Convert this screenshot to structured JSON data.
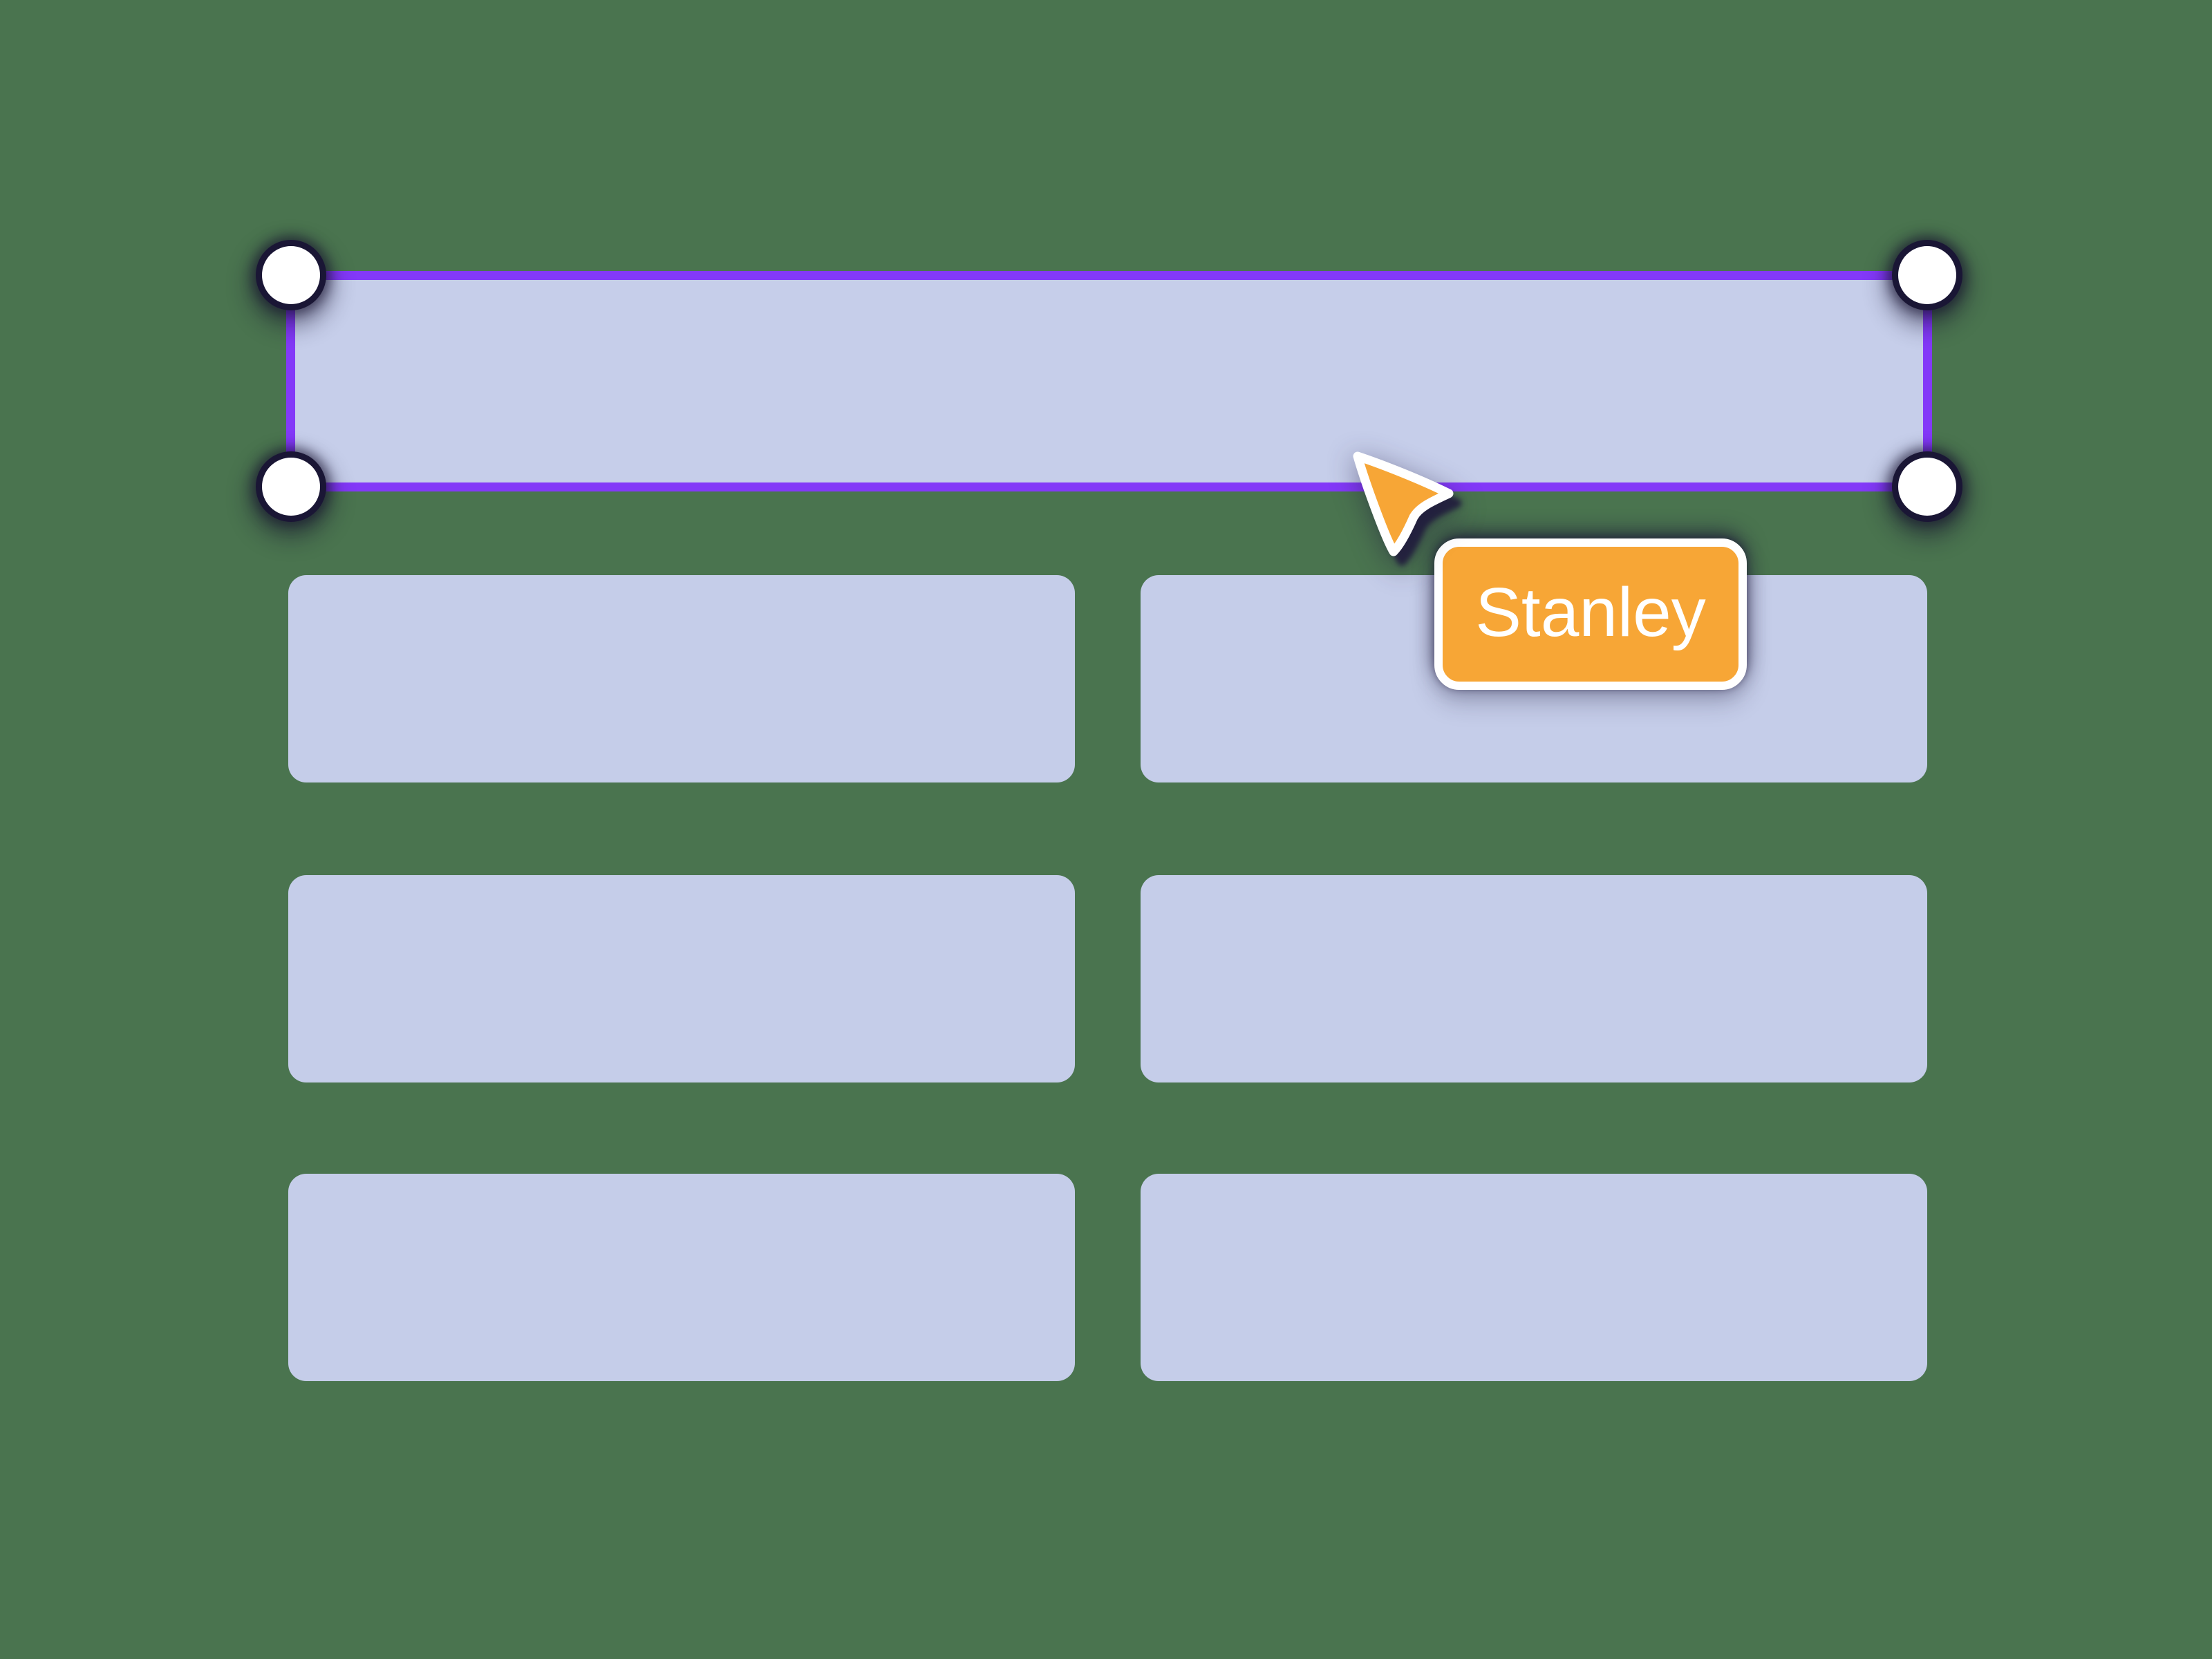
{
  "theme": {
    "background": "#4A744F",
    "card": "#C5CDE9",
    "selection_fill": "#C6CEEA",
    "selection_border": "#8339F8",
    "handle_ring": "#1A1635",
    "tag_fill": "#F7A636",
    "tag_border": "#FFFFFF",
    "tag_text": "#FFFFFF",
    "cursor_fill": "#F7A636",
    "cursor_outline": "#FFFFFF"
  },
  "canvas": {
    "card_count": 6,
    "handle_count": 4
  },
  "collaborator": {
    "name": "Stanley"
  }
}
